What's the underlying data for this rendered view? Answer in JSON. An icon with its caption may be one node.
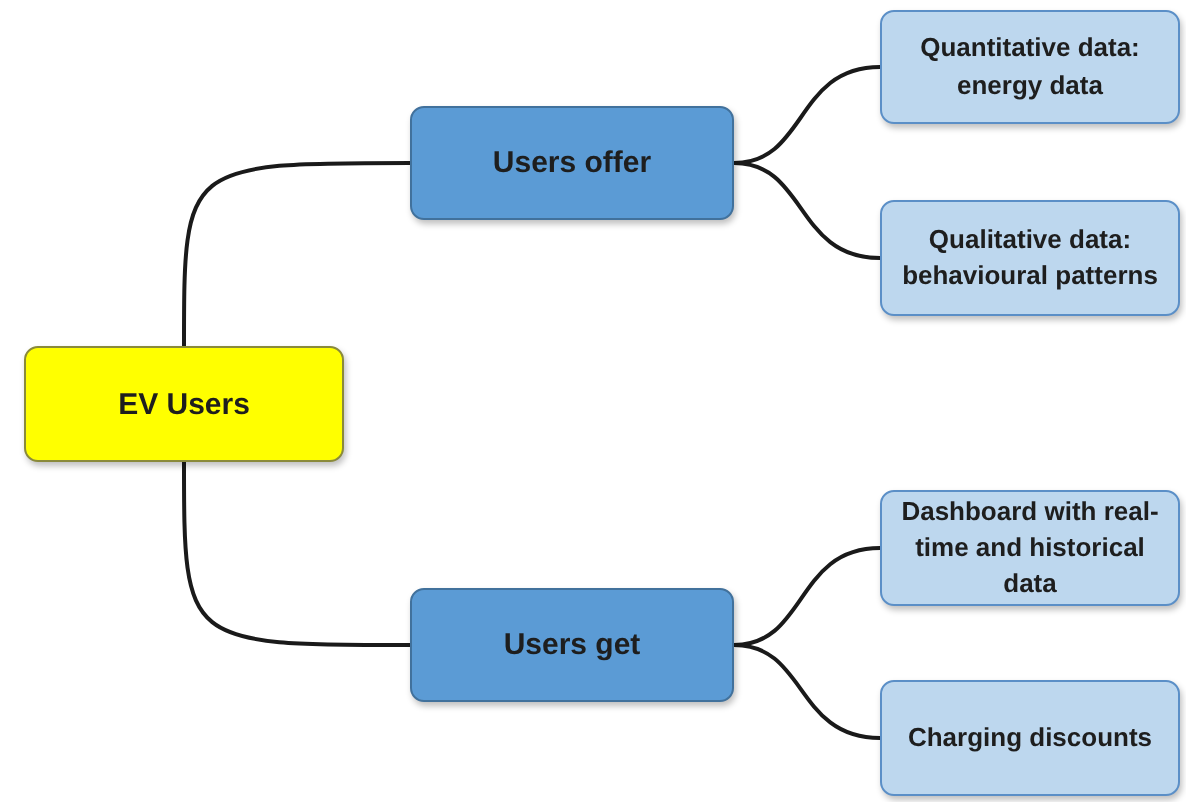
{
  "diagram": {
    "nodes": [
      {
        "text": [
          "EV Users"
        ]
      },
      {
        "text": [
          "Users offer"
        ]
      },
      {
        "text": [
          "Users get"
        ]
      },
      {
        "text": [
          "Quantitative data: energy data"
        ]
      },
      {
        "text": [
          "Qualitative data: behavioural patterns"
        ]
      },
      {
        "text": [
          "Dashboard with real-time and historical data"
        ]
      },
      {
        "text": [
          "Charging discounts"
        ]
      }
    ],
    "edges": [
      {
        "from": 0,
        "to": 1,
        "arrow": "none"
      },
      {
        "from": 0,
        "to": 2,
        "arrow": "none"
      },
      {
        "from": 1,
        "to": 3,
        "arrow": "none"
      },
      {
        "from": 1,
        "to": 4,
        "arrow": "none"
      },
      {
        "from": 2,
        "to": 5,
        "arrow": "none"
      },
      {
        "from": 2,
        "to": 6,
        "arrow": "none"
      }
    ]
  }
}
